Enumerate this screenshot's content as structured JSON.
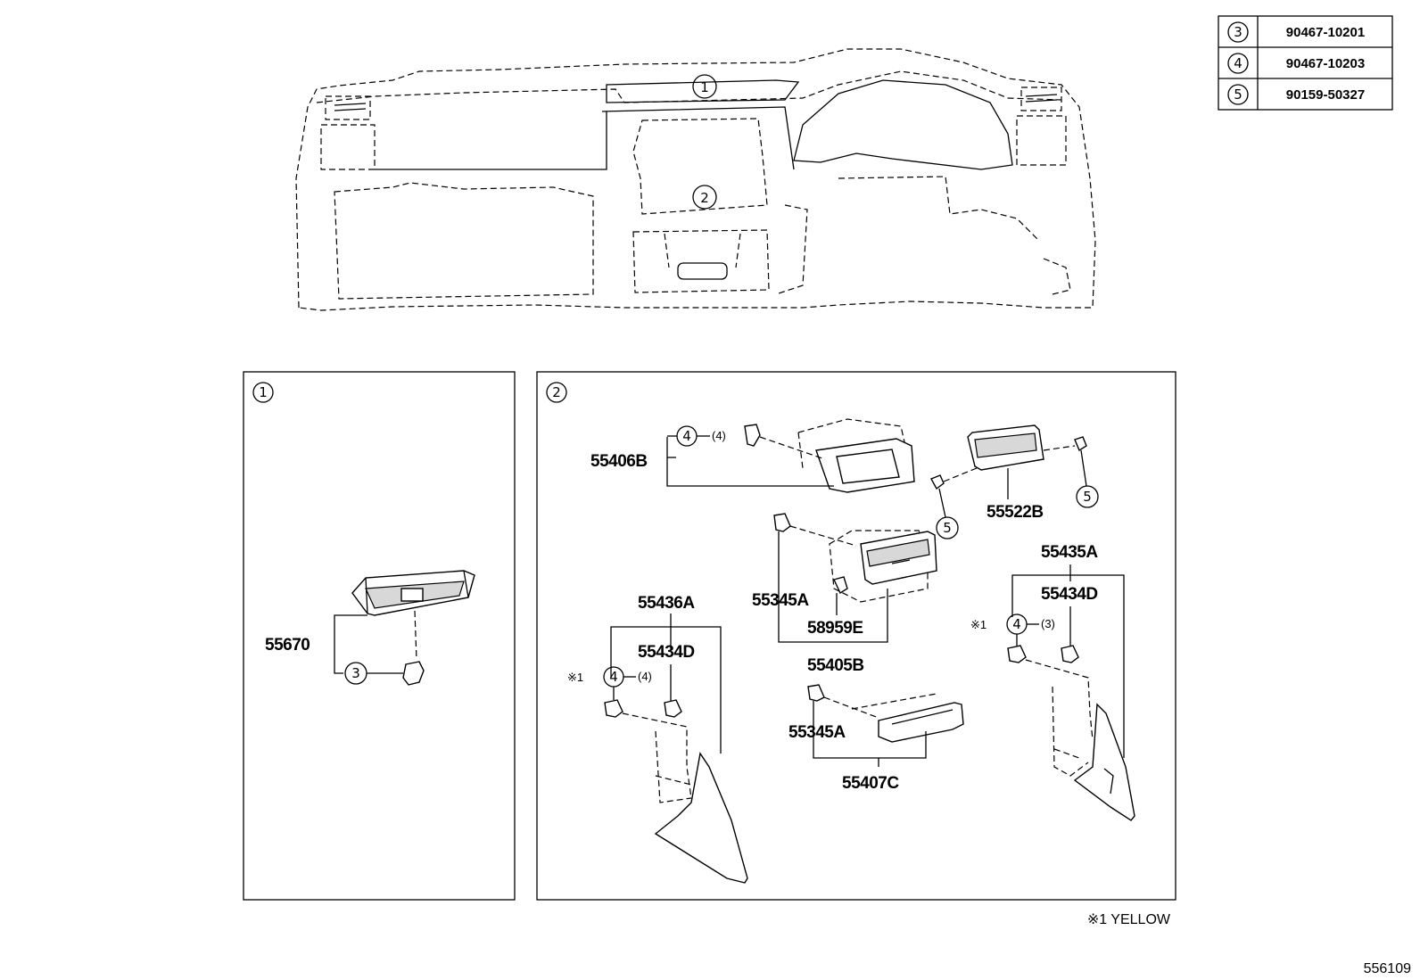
{
  "parts_table": [
    {
      "ref": "3",
      "part_no": "90467-10201"
    },
    {
      "ref": "4",
      "part_no": "90467-10203"
    },
    {
      "ref": "5",
      "part_no": "90159-50327"
    }
  ],
  "overview": {
    "callout_1": "1",
    "callout_2": "2"
  },
  "panel1": {
    "label": "1",
    "part_55670": "55670",
    "callout_3": "3"
  },
  "panel2": {
    "label": "2",
    "p55406B": "55406B",
    "c4_top": "4",
    "qty_top": "(4)",
    "p55522B": "55522B",
    "c5_left": "5",
    "c5_right": "5",
    "p55345A_1": "55345A",
    "p58959E": "58959E",
    "p55405B": "55405B",
    "p55345A_2": "55345A",
    "p55407C": "55407C",
    "p55436A": "55436A",
    "p55434D_left": "55434D",
    "mark_left": "※1",
    "c4_left": "4",
    "qty_left": "(4)",
    "p55435A": "55435A",
    "p55434D_right": "55434D",
    "mark_right": "※1",
    "c4_right": "4",
    "qty_right": "(3)"
  },
  "footnote": "※1 YELLOW",
  "diagram_id": "556109"
}
